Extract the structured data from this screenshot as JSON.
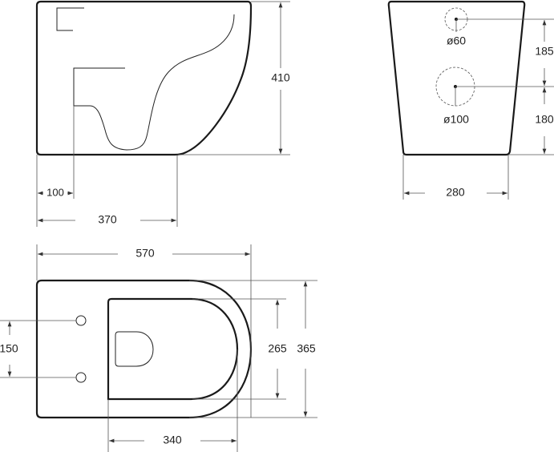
{
  "views": {
    "side": {
      "height": "410",
      "outlet_offset": "100",
      "base_length": "370"
    },
    "rear": {
      "inlet_diameter": "ø60",
      "outlet_diameter": "ø100",
      "inlet_to_outlet": "185",
      "outlet_height": "180",
      "base_width": "280"
    },
    "top": {
      "length": "570",
      "bolt_spacing": "150",
      "bowl_width": "265",
      "total_width": "365",
      "bowl_length": "340"
    }
  },
  "colors": {
    "line": "#1a1a1a",
    "dimension": "#555555"
  }
}
